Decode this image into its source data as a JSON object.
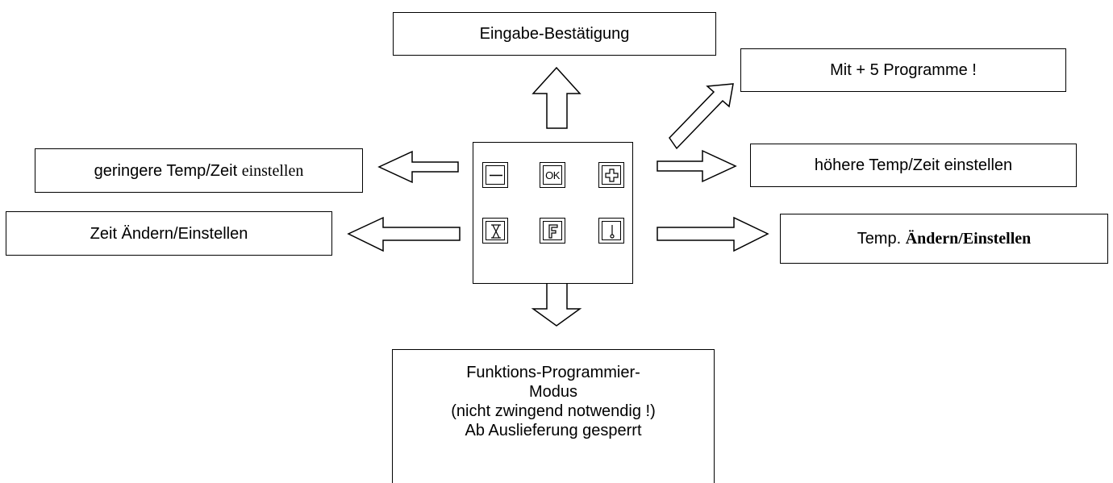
{
  "labels": {
    "confirm": "Eingabe-Bestätigung",
    "programs": "Mit + 5 Programme !",
    "lower_sans": "geringere Temp/Zeit ",
    "lower_serif": "einstellen",
    "higher": "höhere Temp/Zeit einstellen",
    "time": "Zeit Ändern/Einstellen",
    "temp_prefix": "Temp. ",
    "temp_bold": "Ändern/Einstellen",
    "function_lines": [
      "Funktions-Programmier-",
      "Modus",
      "(nicht zwingend notwendig !)",
      "Ab Auslieferung gesperrt"
    ]
  },
  "keys": {
    "ok": "OK"
  }
}
